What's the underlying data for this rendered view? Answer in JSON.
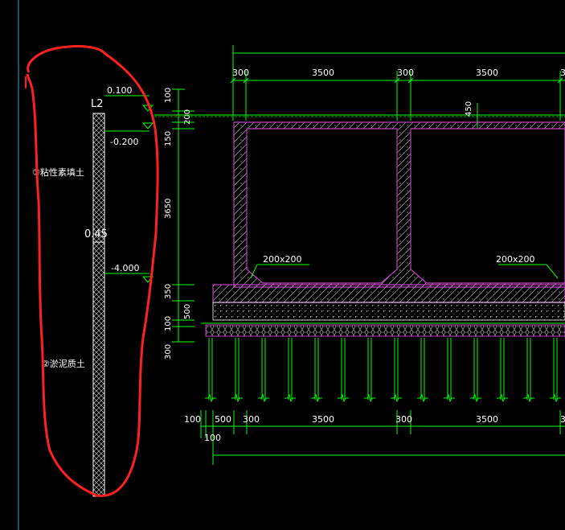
{
  "colors": {
    "background": "#000000",
    "dimension": "#00ff00",
    "text": "#ffffff",
    "wall": "#c040c0",
    "annotation": "#ff2020",
    "border": "#2fa7d8"
  },
  "borehole": {
    "id": "L2",
    "top_elevation": "0.100",
    "elevation_2": "-0.200",
    "elevation_3": "-4.000",
    "scale": "0.45",
    "layer_1": "①粘性素填土",
    "layer_2": "②淤泥质土"
  },
  "vertical_dims": {
    "d1": "100",
    "d2": "200",
    "d3": "150",
    "d4": "3650",
    "d5": "350",
    "d6": "500",
    "d7": "100",
    "d8": "300"
  },
  "top_dims": {
    "d1": "300",
    "d2": "3500",
    "d3": "300",
    "d4": "3500",
    "d5": "3"
  },
  "bottom_dims": {
    "d0": "100",
    "d1": "500",
    "d2": "300",
    "d3": "3500",
    "d4": "300",
    "d5": "3500",
    "d6": "3",
    "d7": "100"
  },
  "section_labels": {
    "haunch_1": "200x200",
    "haunch_2": "200x200",
    "cover": "450"
  }
}
